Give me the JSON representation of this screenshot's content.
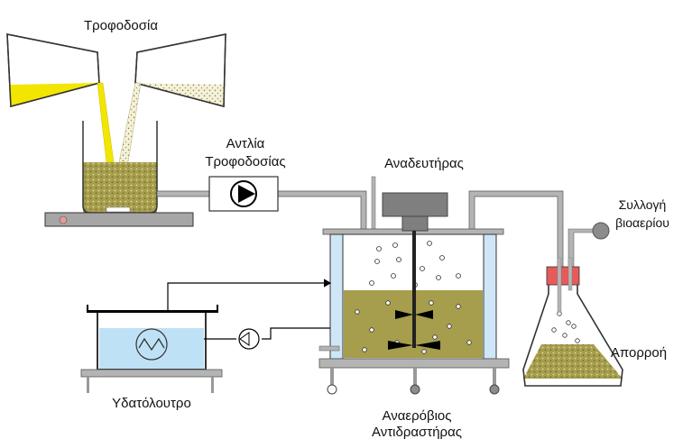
{
  "labels": {
    "feed": "Τροφοδοσία",
    "pump_line1": "Αντλία",
    "pump_line2": "Τροφοδοσίας",
    "stirrer": "Αναδευτήρας",
    "biogas_line1": "Συλλογή",
    "biogas_line2": "βιοαερίου",
    "outflow": "Απορροή",
    "water_bath": "Υδατόλουτρο",
    "reactor_line1": "Αναερόβιος",
    "reactor_line2": "Αντιδραστήρας"
  },
  "colors": {
    "feed_yellow": "#f2e600",
    "sludge": "#a69d4d",
    "speckle": "#d8cf8a",
    "pipe": "#b4b4b4",
    "pipe_edge": "#555555",
    "jacket_water": "#cfe6f7",
    "bath_water": "#bfe1f5",
    "hotplate": "#a6a6a6",
    "indicator": "#e89a9a",
    "stopper": "#e55a5a",
    "motor": "#7f7f7f",
    "gas_ball": "#8c8c8c"
  },
  "icons": [
    "pump-icon",
    "heater-icon",
    "stirrer-impeller-icon",
    "circulator-icon",
    "biogas-ball-icon"
  ]
}
